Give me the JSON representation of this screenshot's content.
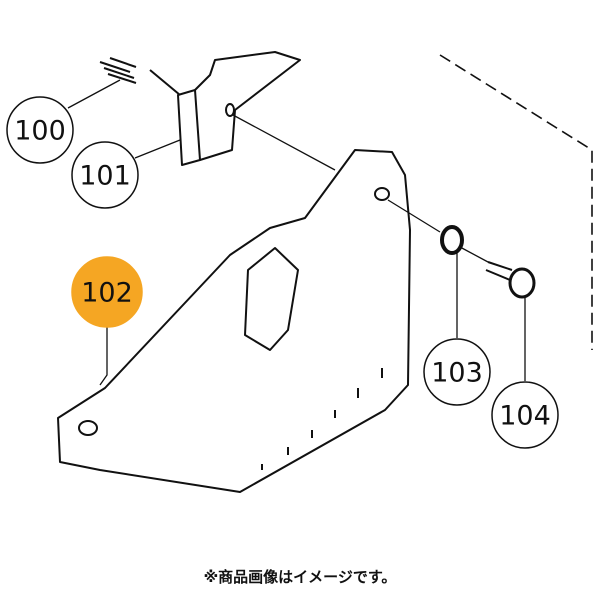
{
  "parts": [
    {
      "number": "100",
      "highlighted": false
    },
    {
      "number": "101",
      "highlighted": false
    },
    {
      "number": "102",
      "highlighted": true
    },
    {
      "number": "103",
      "highlighted": false
    },
    {
      "number": "104",
      "highlighted": false
    }
  ],
  "highlight_color": "#F5A623",
  "note": "※商品画像はイメージです。"
}
